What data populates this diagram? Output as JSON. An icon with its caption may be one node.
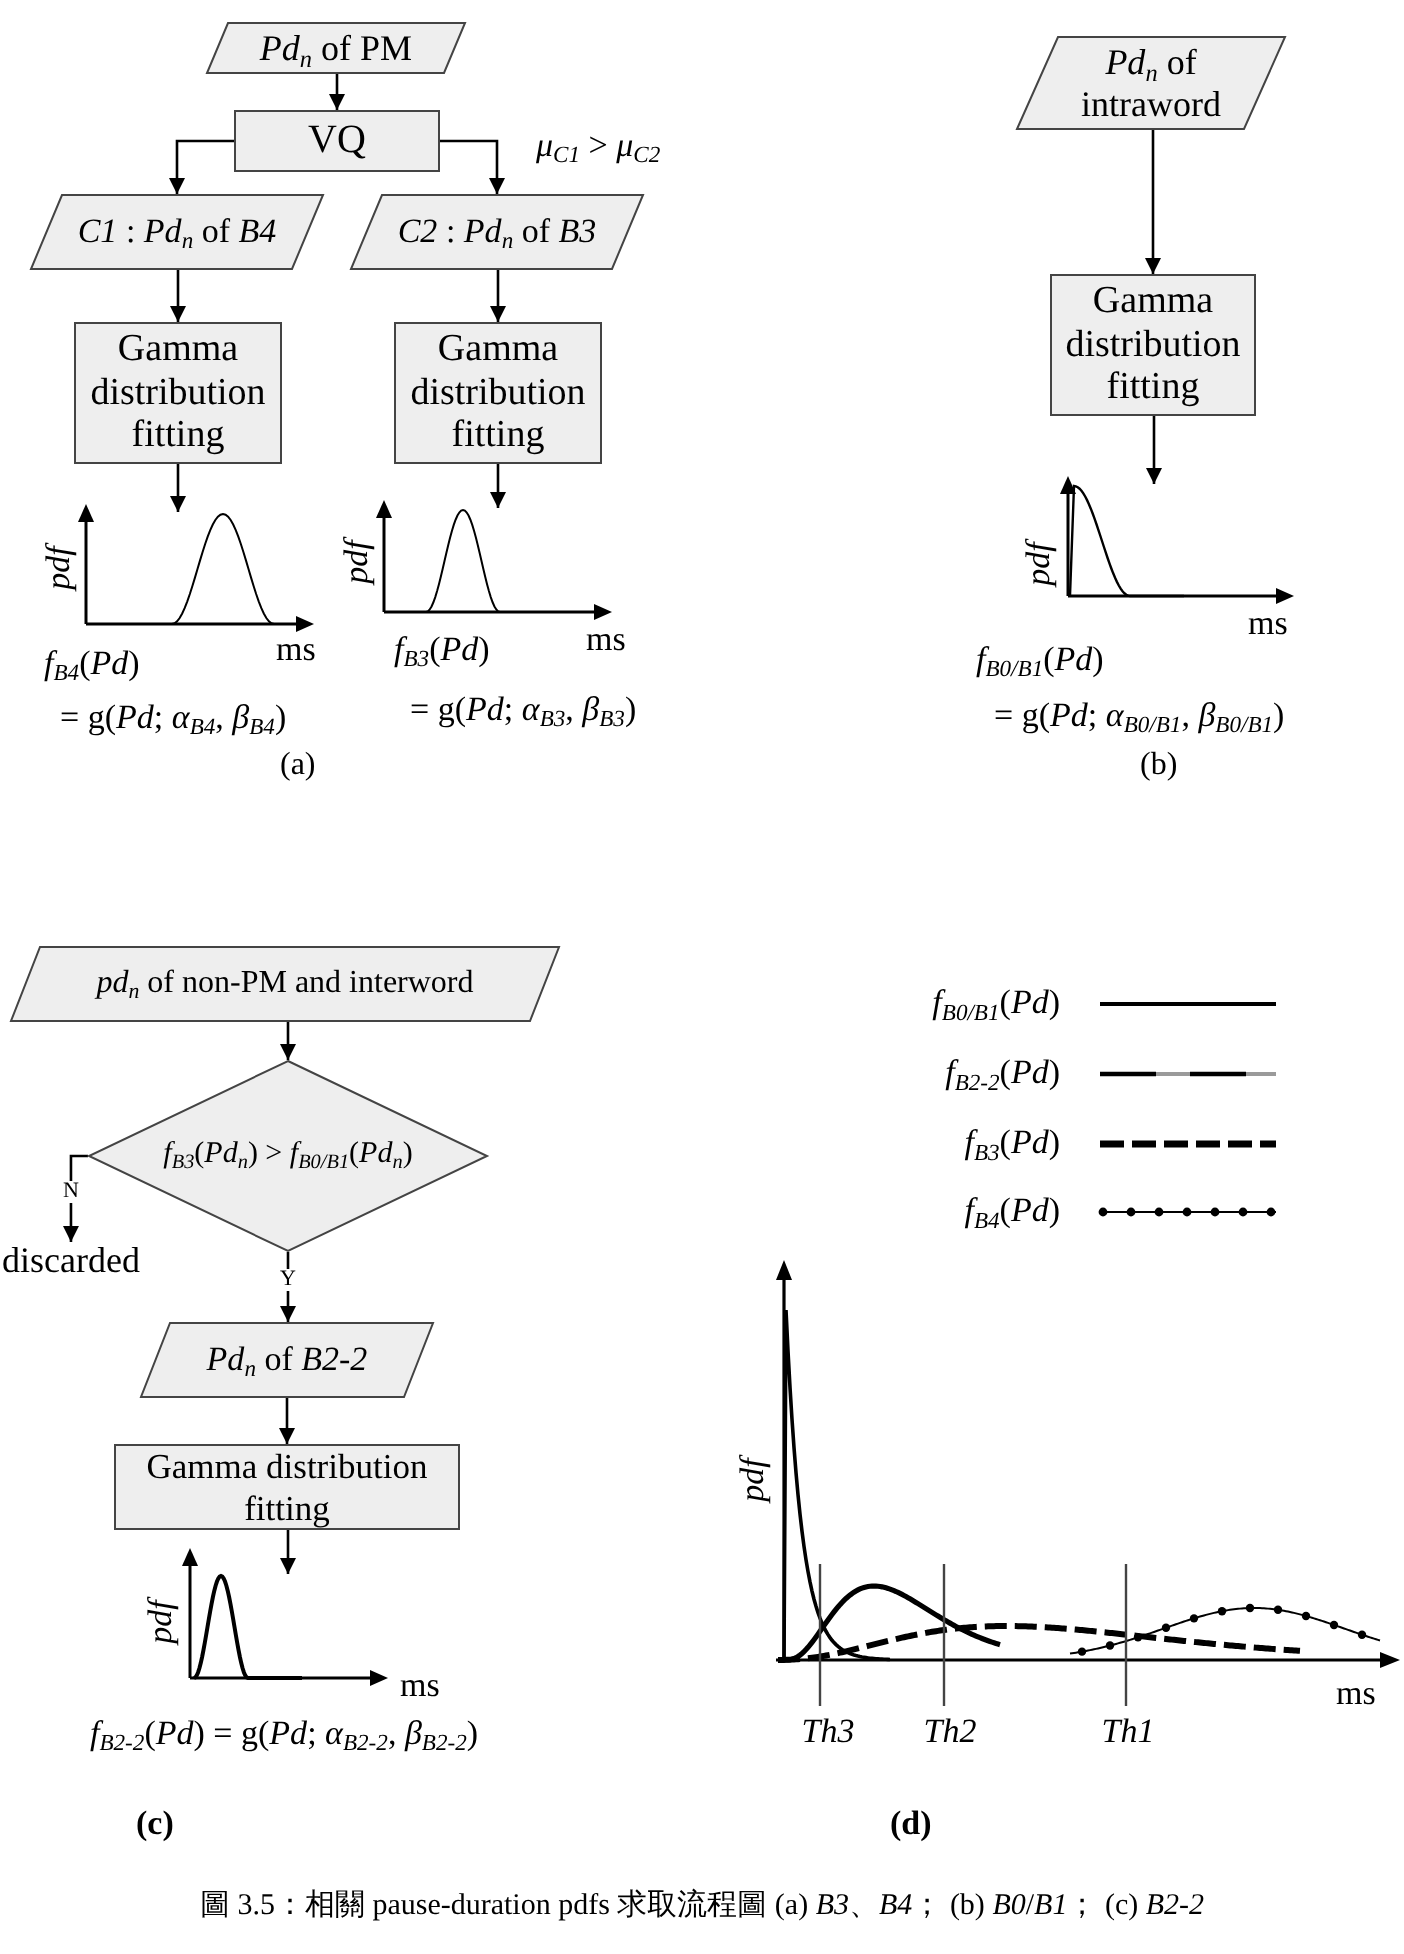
{
  "diagram": {
    "nodes": [
      {
        "text": [
          "*Pd*$_{n}$ of PM"
        ]
      },
      {
        "text": [
          "VQ"
        ]
      },
      {
        "text": [
          "*C1* : *Pd*$_{n}$ of *B4*"
        ]
      },
      {
        "text": [
          "*C2* : *Pd*$_{n}$ of *B3*"
        ]
      },
      {
        "text": [
          "Gamma distribution fitting"
        ]
      },
      {
        "text": [
          "Gamma distribution fitting"
        ]
      },
      {
        "text": [],
        "shape": "picture",
        "beside": [
          "*f*$_{B4}$(*Pd*)",
          "= g(*Pd*; *α*$_{B4}$, *β*$_{B4}$)"
        ]
      },
      {
        "text": [],
        "shape": "picture",
        "beside": [
          "*f*$_{B3}$(*Pd*)",
          "= g(*Pd*; *α*$_{B3}$, *β*$_{B3}$)"
        ]
      },
      {
        "text": [
          "*Pd*$_{n}$ of intraword"
        ]
      },
      {
        "text": [
          "Gamma distribution fitting"
        ]
      },
      {
        "text": [],
        "shape": "picture",
        "beside": [
          "*f*$_{B0/B1}$(*Pd*)",
          "= g(*Pd*; *α*$_{B0/B1}$, *β*$_{B0/B1}$)"
        ]
      },
      {
        "text": [
          "*pd*$_{n}$ of non-PM and interword"
        ]
      },
      {
        "text": [
          "*f*$_{B3}$(*Pd*$_{n}$) > *f*$_{B0/B1}$(*Pd*$_{n}$)"
        ]
      },
      {
        "text": [
          "discarded"
        ]
      },
      {
        "text": [
          "*Pd*$_{n}$ of *B2-2*"
        ]
      },
      {
        "text": [
          "Gamma distribution fitting"
        ]
      },
      {
        "text": [],
        "shape": "picture",
        "beside": [
          "*f*$_{B2-2}$(*Pd*) = g(*Pd*; *α*$_{B2-2}$, *β*$_{B2-2}$)"
        ]
      }
    ],
    "edges": [
      {
        "from": 0,
        "to": 1,
        "arrow": "to"
      },
      {
        "from": 1,
        "to": 2,
        "arrow": "to"
      },
      {
        "from": 1,
        "to": 3,
        "arrow": "to"
      },
      {
        "from": 2,
        "to": 4,
        "arrow": "to"
      },
      {
        "from": 3,
        "to": 5,
        "arrow": "to"
      },
      {
        "from": 4,
        "to": 6,
        "arrow": "to"
      },
      {
        "from": 5,
        "to": 7,
        "arrow": "to"
      },
      {
        "from": 8,
        "to": 9,
        "arrow": "to"
      },
      {
        "from": 9,
        "to": 10,
        "arrow": "to"
      },
      {
        "from": 11,
        "to": 12,
        "arrow": "to"
      },
      {
        "from": 12,
        "to": 13,
        "arrow": "to",
        "label": "N"
      },
      {
        "from": 12,
        "to": 14,
        "arrow": "to",
        "label": "Y"
      },
      {
        "from": 14,
        "to": 15,
        "arrow": "to"
      },
      {
        "from": 15,
        "to": 16,
        "arrow": "to"
      }
    ],
    "labels": [
      "*μ*$_{C1}$ > *μ*$_{C2}$",
      "pdf",
      "ms",
      "pdf",
      "ms",
      "(a)",
      "pdf",
      "ms",
      "(b)",
      "pdf",
      "ms",
      "(c)",
      "pdf",
      "ms",
      "Th3",
      "Th2",
      "Th1",
      "(d)"
    ],
    "legend": [
      {
        "text": "*f*$_{B0/B1}$(*Pd*)"
      },
      {
        "text": "*f*$_{B2-2}$(*Pd*)"
      },
      {
        "text": "*f*$_{B3}$(*Pd*)"
      },
      {
        "text": "*f*$_{B4}$(*Pd*)"
      }
    ],
    "caption": "圖 3.5：相關 pause-duration pdfs 求取流程圖 (a) *B3*、*B4*； (b) *B0*/*B1*； (c) *B2-2*"
  }
}
